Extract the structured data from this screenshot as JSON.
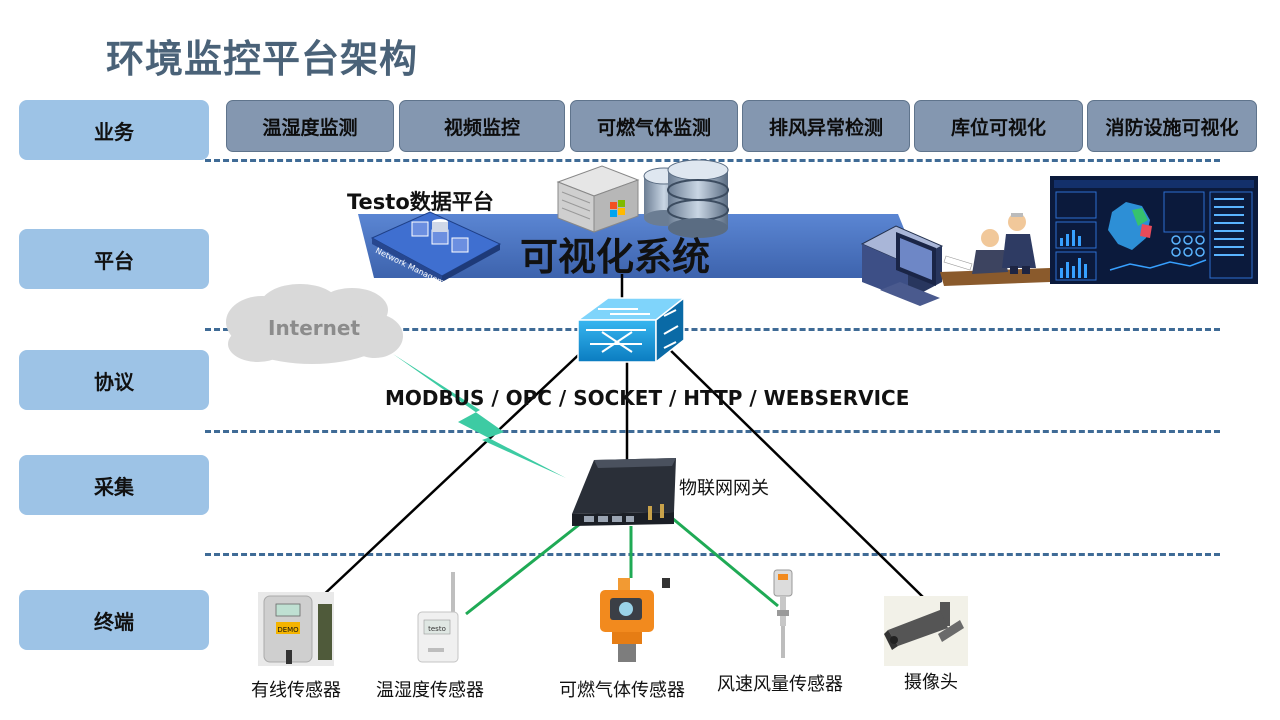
{
  "title": "环境监控平台架构",
  "layers": [
    "业务",
    "平台",
    "协议",
    "采集",
    "终端"
  ],
  "business": [
    "温湿度监测",
    "视频监控",
    "可燃气体监测",
    "排风异常检测",
    "库位可视化",
    "消防设施可视化"
  ],
  "platform": {
    "testo_label": "Testo数据平台",
    "system_label": "可视化系统",
    "network_text": "Network Management"
  },
  "internet_label": "Internet",
  "protocol_text": "MODBUS / OPC / SOCKET / HTTP / WEBSERVICE",
  "gateway_label": "物联网网关",
  "terminals": [
    "有线传感器",
    "温湿度传感器",
    "可燃气体传感器",
    "风速风量传感器",
    "摄像头"
  ],
  "device_text": {
    "wired_sensor_screen": "DEMO",
    "th_sensor_brand": "testo"
  },
  "colors": {
    "layer_bg": "#9dc3e6",
    "business_bg": "#8497b0",
    "dash": "#3f6b96",
    "title": "#4a6278",
    "platform_band": "#4472c4",
    "link_green": "#1faa55",
    "lightning": "#3dcba3"
  }
}
